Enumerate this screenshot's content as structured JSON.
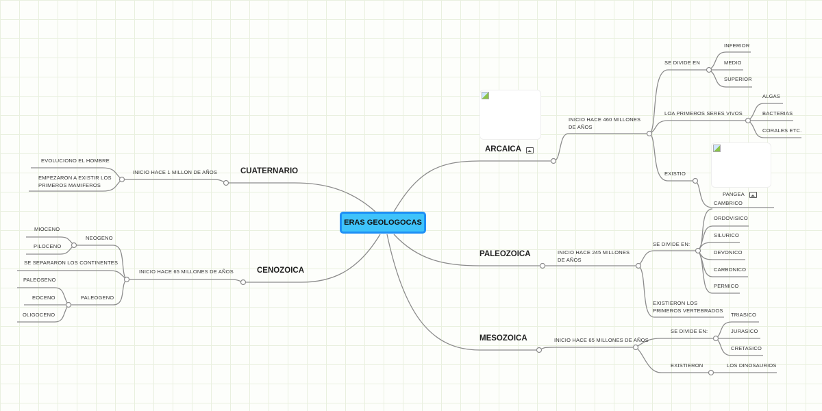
{
  "center": {
    "label": "ERAS GEOLOGOCAS",
    "color": "#3fc3fa",
    "border_color": "#1e8ff5"
  },
  "arcaica": {
    "label": "ARCAICA",
    "icon": "image-icon",
    "inicio": "INICIO HACE 460 MILLONES DE AÑOS",
    "divide_label": "SE DIVIDE EN",
    "divide": [
      "INFERIOR",
      "MEDIO",
      "SUPERIOR"
    ],
    "seres_label": "LOA PRIMEROS SERES VIVOS",
    "seres": [
      "ALGAS",
      "BACTERIAS",
      "CORALES ETC."
    ],
    "existio_label": "EXISTIO",
    "pangea": "PANGEA",
    "cambrico": "CAMBRICO"
  },
  "paleozoica": {
    "label": "PALEOZOICA",
    "inicio": "INICIO HACE 245 MILLONES DE AÑOS",
    "divide_label": "SE DIVIDE EN:",
    "divide": [
      "ORDOVISICO",
      "SILURICO",
      "DEVONICO",
      "CARBONICO",
      "PERMICO"
    ],
    "vertebrados": "EXISTIERON LOS PRIMEROS VERTEBRADOS"
  },
  "mesozoica": {
    "label": "MESOZOICA",
    "inicio": "INICIO HACE 65 MILLONES DE AÑOS",
    "divide_label": "SE DIVIDE EN:",
    "divide": [
      "TRIASICO",
      "JURASICO",
      "CRETASICO"
    ],
    "existieron_label": "EXISTIERON",
    "existieron": "LOS DINOSAURIOS"
  },
  "cuaternario": {
    "label": "CUATERNARIO",
    "inicio": "INICIO HACE 1 MILLON DE AÑOS",
    "items": [
      "EVOLUCIONO EL HOMBRE",
      "EMPEZARON A EXISTIR LOS PRIMEROS MAMIFEROS"
    ]
  },
  "cenozoica": {
    "label": "CENOZOICA",
    "inicio": "INICIO HACE 65 MILLONES DE AÑOS",
    "neogeno_label": "NEOGENO",
    "neogeno": [
      "MIOCENO",
      "PILOCENO"
    ],
    "continentes": "SE SEPARARON LOS CONTINENTES",
    "paleogeno_label": "PALEOGENO",
    "paleogeno": [
      "PALEOSENO",
      "EOCENO",
      "OLIGOCENO"
    ]
  }
}
